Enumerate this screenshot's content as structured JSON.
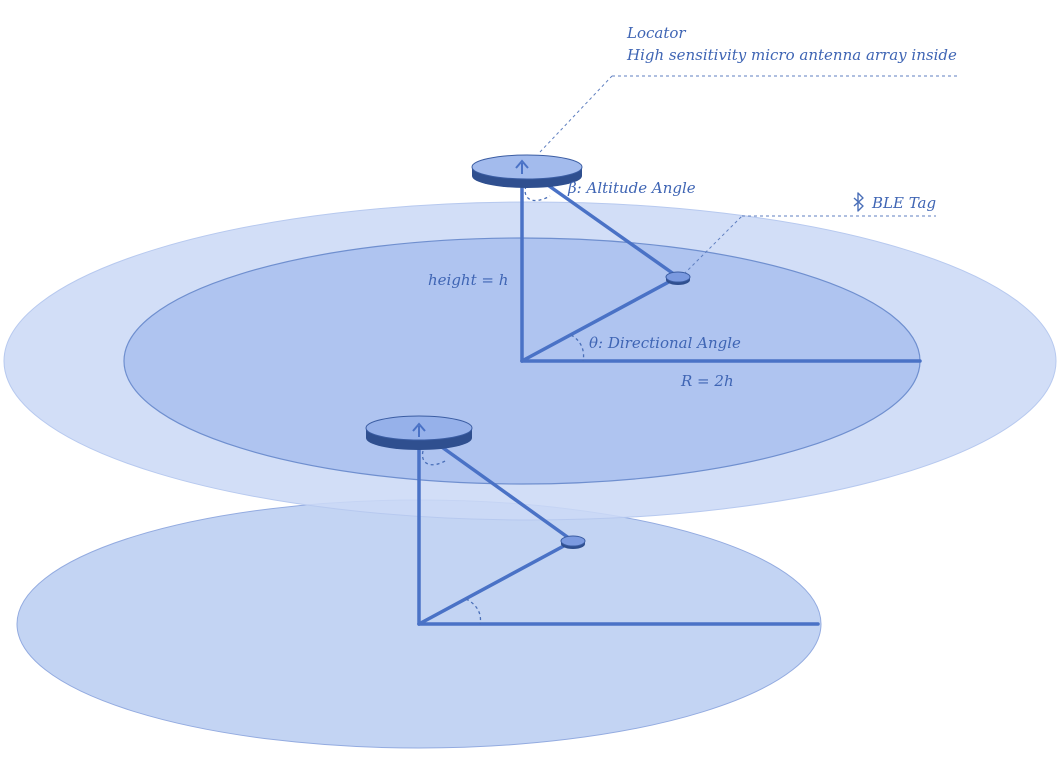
{
  "labels": {
    "locator_title": "Locator",
    "locator_desc": "High sensitivity  micro antenna array inside",
    "altitude_angle": "β: Altitude Angle",
    "ble_tag": "BLE Tag",
    "height": "height = h",
    "directional_angle": "θ: Directional Angle",
    "radius": "R = 2h"
  },
  "icons": {
    "ble_tag_icon": "bluetooth-icon"
  },
  "colors": {
    "outer_plane": "#ccdaf6",
    "inner_plane": "#a9c0ef",
    "lower_plane": "#c3d4f3",
    "line": "#4a72c6",
    "text": "#3f65b4",
    "disc_top": "#a3bbed",
    "disc_side": "#2f4f8f"
  }
}
